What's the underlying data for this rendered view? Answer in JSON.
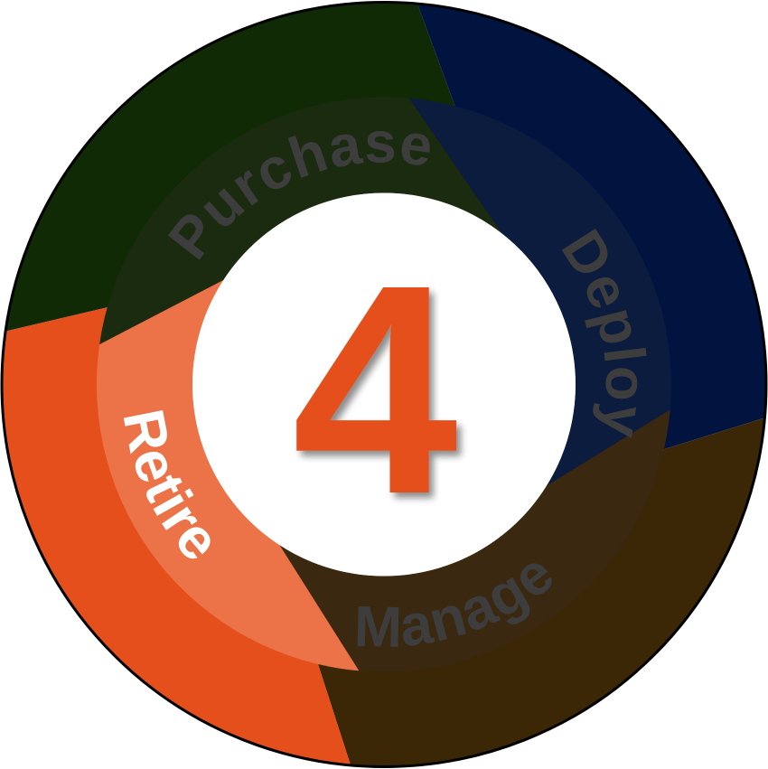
{
  "diagram": {
    "center_label": "4",
    "stages": [
      {
        "label": "Purchase",
        "color": "#112a06",
        "inner_color": "#1a2b10",
        "text_color": "#3d3d3d"
      },
      {
        "label": "Deploy",
        "color": "#01133f",
        "inner_color": "#0c1c3e",
        "text_color": "#3d3d3d"
      },
      {
        "label": "Manage",
        "color": "#3b2706",
        "inner_color": "#3a2810",
        "text_color": "#3d3d3d"
      },
      {
        "label": "Retire",
        "color": "#e54f1b",
        "inner_color": "#ec7248",
        "text_color": "#ffffff",
        "active": true
      }
    ],
    "center_color": "#e54f1b",
    "outline_color": "#000000"
  }
}
